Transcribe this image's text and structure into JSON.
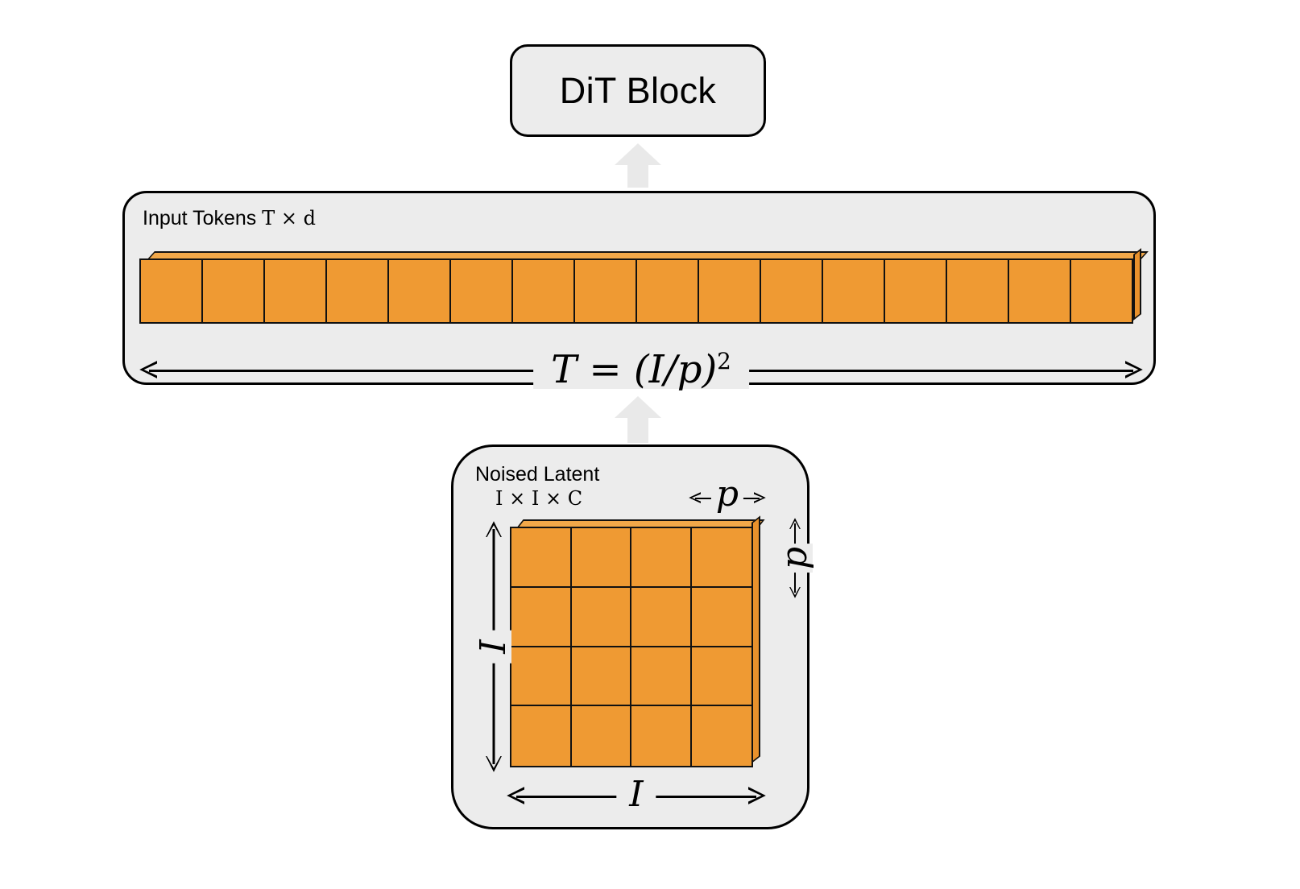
{
  "diagram": {
    "title": "DiT patchify diagram",
    "colors": {
      "page_background": "#FFFFFF",
      "panel_fill": "#ECECEC",
      "panel_stroke": "#000000",
      "patch_orange": "#EF9A33",
      "patch_orange_top": "#F2A849",
      "patch_orange_side": "#E8912C",
      "arrow_gray": "#E9E9E9"
    }
  },
  "dit_block": {
    "label": "DiT Block"
  },
  "input_tokens": {
    "title_text": "Input Tokens",
    "title_math": "T × d",
    "token_count": 16,
    "dimension": {
      "lhs": "T",
      "eq": " = ",
      "rhs": "(I/p)",
      "exponent": "2"
    }
  },
  "noised_latent": {
    "title_text": "Noised Latent",
    "dims_math": "I × I × C",
    "grid_rows": 4,
    "grid_cols": 4,
    "label_height": "I",
    "label_width": "I",
    "label_patch_width": "p",
    "label_patch_height": "p"
  },
  "arrows": {
    "latent_to_tokens": "up-arrow",
    "tokens_to_dit": "up-arrow"
  }
}
